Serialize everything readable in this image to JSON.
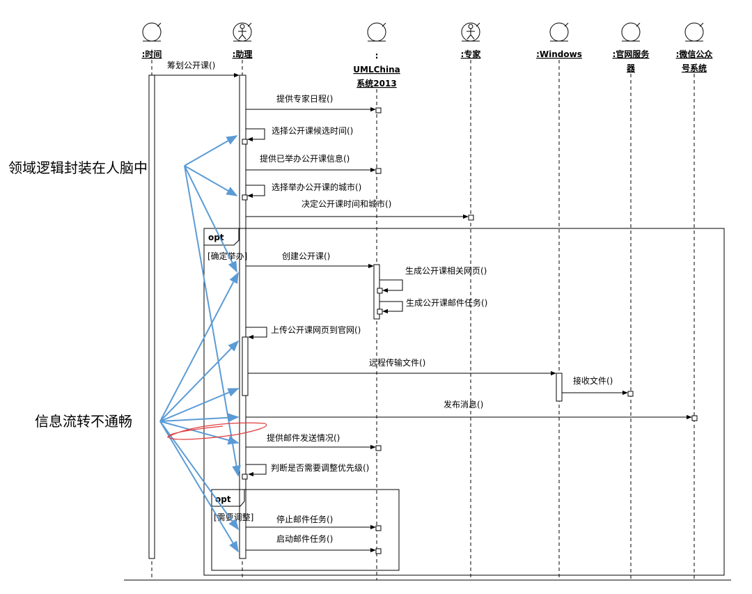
{
  "lifelines": [
    {
      "id": "time",
      "name": ":时间",
      "kind": "actor-circle"
    },
    {
      "id": "assistant",
      "name": ":助理",
      "kind": "stick-figure"
    },
    {
      "id": "system",
      "name": ":",
      "name_lines": [
        "UMLChina",
        "系统2013"
      ],
      "kind": "actor-circle"
    },
    {
      "id": "expert",
      "name": ":专家",
      "kind": "stick-figure"
    },
    {
      "id": "windows",
      "name": ":Windows",
      "kind": "actor-circle"
    },
    {
      "id": "webserver",
      "name_lines": [
        ":官网服务",
        "器"
      ],
      "kind": "actor-circle"
    },
    {
      "id": "wechat",
      "name_lines": [
        ":微信公众",
        "号系统"
      ],
      "kind": "actor-circle"
    }
  ],
  "messages": [
    {
      "label": "筹划公开课()",
      "from": "time",
      "to": "assistant"
    },
    {
      "label": "提供专家日程()",
      "from": "assistant",
      "to": "system"
    },
    {
      "label": "选择公开课候选时间()",
      "from": "assistant",
      "to": "assistant",
      "self": true
    },
    {
      "label": "提供已举办公开课信息()",
      "from": "assistant",
      "to": "system"
    },
    {
      "label": "选择举办公开课的城市()",
      "from": "assistant",
      "to": "assistant",
      "self": true
    },
    {
      "label": "决定公开课时间和城市()",
      "from": "assistant",
      "to": "expert"
    },
    {
      "label": "创建公开课()",
      "from": "assistant",
      "to": "system"
    },
    {
      "label": "生成公开课相关网页()",
      "from": "system",
      "to": "system",
      "self": true
    },
    {
      "label": "生成公开课邮件任务()",
      "from": "system",
      "to": "system",
      "self": true
    },
    {
      "label": "上传公开课网页到官网()",
      "from": "assistant",
      "to": "assistant",
      "self": true
    },
    {
      "label": "远程传输文件()",
      "from": "assistant",
      "to": "windows"
    },
    {
      "label": "接收文件()",
      "from": "windows",
      "to": "webserver"
    },
    {
      "label": "发布消息()",
      "from": "assistant",
      "to": "wechat"
    },
    {
      "label": "提供邮件发送情况()",
      "from": "assistant",
      "to": "system"
    },
    {
      "label": "判断是否需要调整优先级()",
      "from": "assistant",
      "to": "assistant",
      "self": true
    },
    {
      "label": "停止邮件任务()",
      "from": "assistant",
      "to": "system"
    },
    {
      "label": "启动邮件任务()",
      "from": "assistant",
      "to": "system"
    }
  ],
  "fragments": [
    {
      "operator": "opt",
      "guard": "[确定举办]"
    },
    {
      "operator": "opt",
      "guard": "[需要调整]"
    }
  ],
  "annotations": [
    {
      "text": "领域逻辑封装在人脑中",
      "color": "#5b9bd5"
    },
    {
      "text": "信息流转不通畅",
      "color": "#5b9bd5"
    }
  ],
  "colors": {
    "annotation_arrow": "#5b9bd5",
    "scribble": "#e03c3c",
    "line": "#000000"
  }
}
